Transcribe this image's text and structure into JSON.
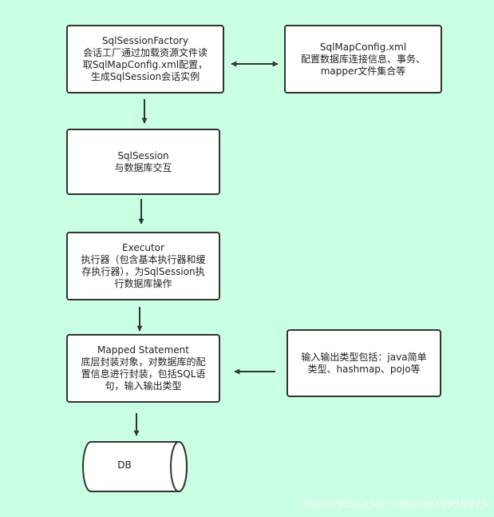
{
  "nodes": {
    "factory": {
      "lines": [
        "SqlSessionFactory",
        "会话工厂通过加载资源文件读",
        "取SqlMapConfig.xml配置，",
        "生成SqlSession会话实例"
      ]
    },
    "config": {
      "lines": [
        "SqlMapConfig.xml",
        "配置数据库连接信息、事务、",
        "mapper文件集合等"
      ]
    },
    "session": {
      "lines": [
        "SqlSession",
        "与数据库交互"
      ]
    },
    "executor": {
      "lines": [
        "Executor",
        "执行器（包含基本执行器和缓",
        "存执行器），为SqlSession执",
        "行数据库操作"
      ]
    },
    "mapped": {
      "lines": [
        "Mapped Statement",
        "底层封装对象，对数据库的配",
        "置信息进行封装，包括SQL语",
        "句，输入输出类型"
      ]
    },
    "io_types": {
      "lines": [
        "输入输出类型包括：java简单",
        "类型、hashmap、pojo等"
      ]
    },
    "db": {
      "label": "DB"
    }
  },
  "watermark": "https://blog.csdn.net/jing19950925",
  "colors": {
    "background": "#c9ffe3",
    "box_fill": "#ffffff",
    "stroke": "#333333"
  }
}
